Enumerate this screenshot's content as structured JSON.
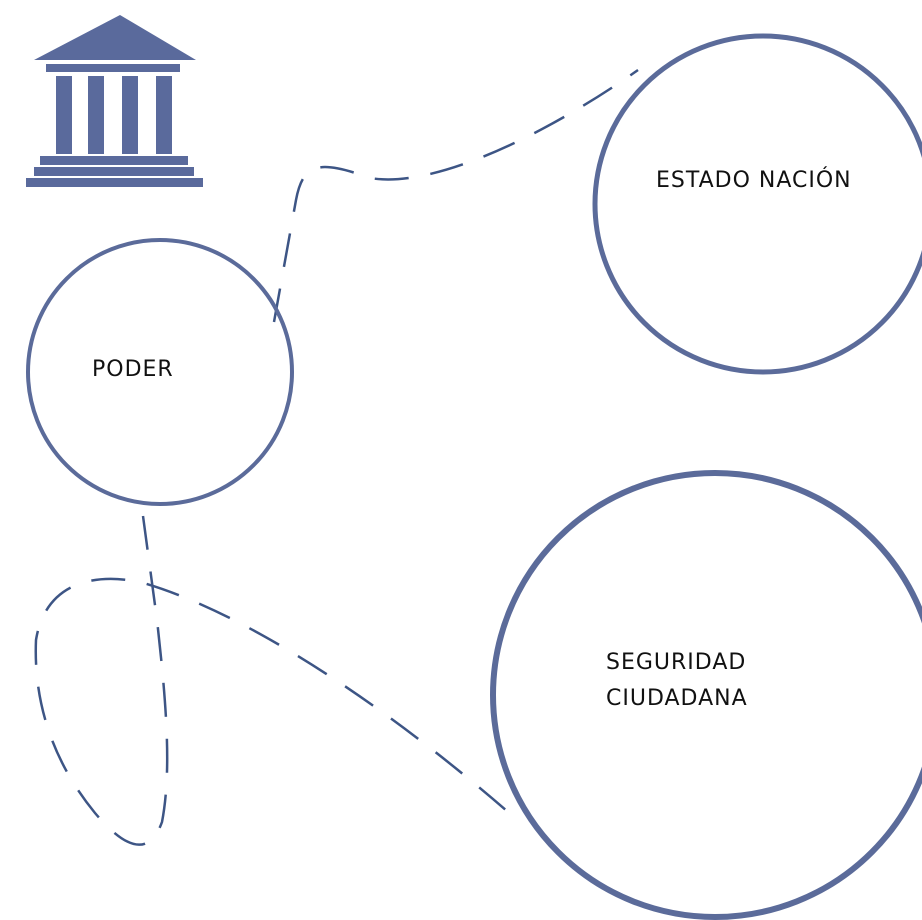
{
  "diagram": {
    "nodes": [
      {
        "id": "poder",
        "label": "PODER"
      },
      {
        "id": "estado-nacion",
        "label": "ESTADO NACIÓN"
      },
      {
        "id": "seguridad-ciudadana",
        "label": "SEGURIDAD\nCIUDADANA"
      }
    ],
    "connectors": [
      {
        "from": "poder",
        "to": "estado-nacion",
        "style": "dashed"
      },
      {
        "from": "poder",
        "to": "seguridad-ciudadana",
        "style": "dashed"
      }
    ],
    "colors": {
      "stroke": "#5b6b9a",
      "dash": "#3d5585",
      "icon": "#5a6a9c",
      "text": "#111111",
      "background": "#ffffff"
    },
    "icon": "government-building-icon"
  }
}
